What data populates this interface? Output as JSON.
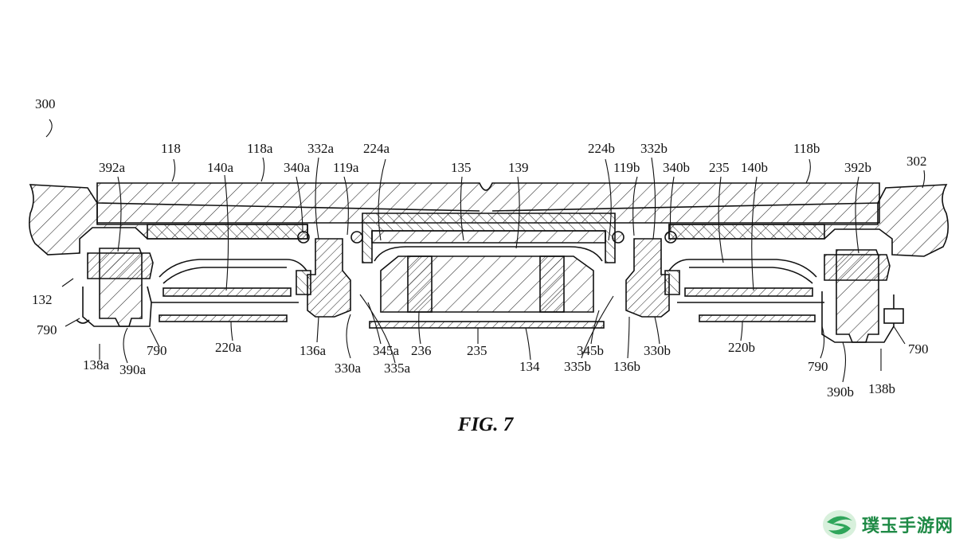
{
  "figure": {
    "caption": "FIG. 7",
    "labels": {
      "l300": "300",
      "l118": "118",
      "l118a": "118a",
      "l392a": "392a",
      "l140a": "140a",
      "l340a": "340a",
      "l332a": "332a",
      "l119a": "119a",
      "l224a": "224a",
      "l135": "135",
      "l139": "139",
      "l224b": "224b",
      "l332b": "332b",
      "l119b": "119b",
      "l340b": "340b",
      "l235top": "235",
      "l140b": "140b",
      "l118b": "118b",
      "l392b": "392b",
      "l302": "302",
      "l132": "132",
      "l790a1": "790",
      "l138a": "138a",
      "l390a": "390a",
      "l790a2": "790",
      "l220a": "220a",
      "l136a": "136a",
      "l330a": "330a",
      "l335a": "335a",
      "l345a": "345a",
      "l236": "236",
      "l235": "235",
      "l134": "134",
      "l345b": "345b",
      "l335b": "335b",
      "l136b": "136b",
      "l330b": "330b",
      "l220b": "220b",
      "l790b1": "790",
      "l790b2": "790",
      "l390b": "390b",
      "l138b": "138b"
    }
  },
  "watermark": {
    "text": "璞玉手游网",
    "color": "#1f8a46"
  }
}
